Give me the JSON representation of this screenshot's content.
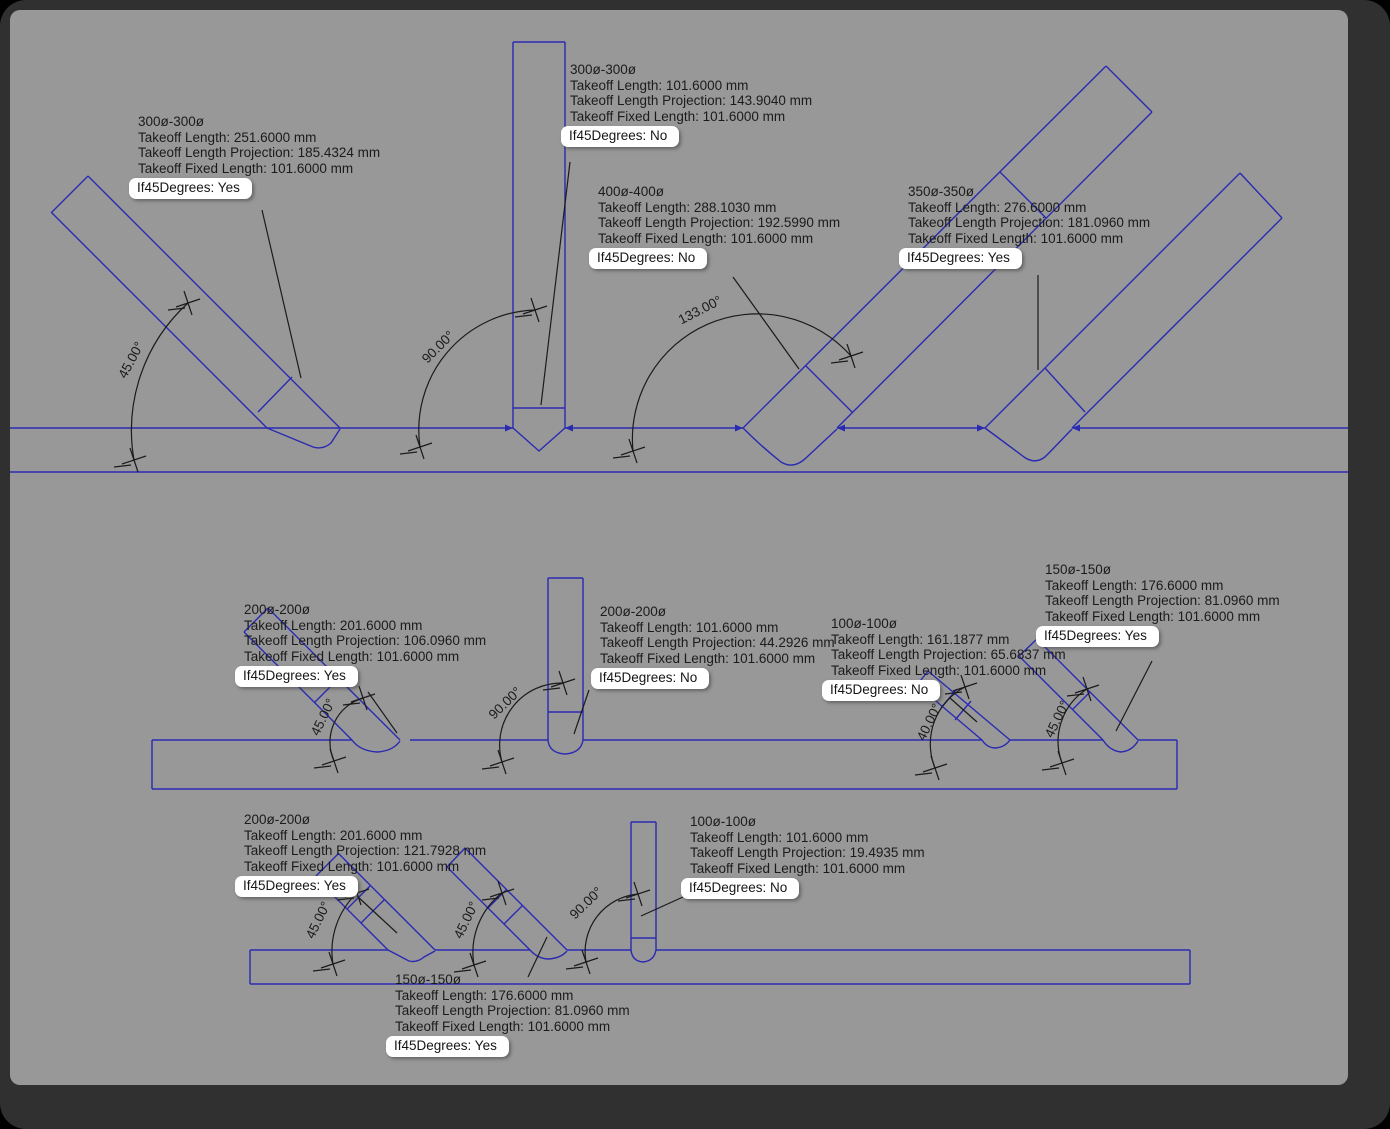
{
  "drawing": {
    "canvas_color": "#989898",
    "frame_color": "#303030",
    "pipe_line_color": "#2a2ab2",
    "dimension_color": "#1b1b1b"
  },
  "annotations": [
    {
      "title": "300ø-300ø",
      "length": "Takeoff Length: 251.6000 mm",
      "projection": "Takeoff Length Projection: 185.4324 mm",
      "fixed": "Takeoff Fixed Length: 101.6000 mm",
      "flag": "If45Degrees: Yes"
    },
    {
      "title": "300ø-300ø",
      "length": "Takeoff Length: 101.6000 mm",
      "projection": "Takeoff Length Projection: 143.9040 mm",
      "fixed": "Takeoff Fixed Length: 101.6000 mm",
      "flag": "If45Degrees: No"
    },
    {
      "title": "400ø-400ø",
      "length": "Takeoff Length: 288.1030 mm",
      "projection": "Takeoff Length Projection: 192.5990 mm",
      "fixed": "Takeoff Fixed Length: 101.6000 mm",
      "flag": "If45Degrees: No"
    },
    {
      "title": "350ø-350ø",
      "length": "Takeoff Length: 276.6000 mm",
      "projection": "Takeoff Length Projection: 181.0960 mm",
      "fixed": "Takeoff Fixed Length: 101.6000 mm",
      "flag": "If45Degrees: Yes"
    },
    {
      "title": "200ø-200ø",
      "length": "Takeoff Length: 201.6000 mm",
      "projection": "Takeoff Length Projection: 106.0960 mm",
      "fixed": "Takeoff Fixed Length: 101.6000 mm",
      "flag": "If45Degrees: Yes"
    },
    {
      "title": "200ø-200ø",
      "length": "Takeoff Length: 101.6000 mm",
      "projection": "Takeoff Length Projection: 44.2926 mm",
      "fixed": "Takeoff Fixed Length: 101.6000 mm",
      "flag": "If45Degrees: No"
    },
    {
      "title": "100ø-100ø",
      "length": "Takeoff Length: 161.1877 mm",
      "projection": "Takeoff Length Projection: 65.6837 mm",
      "fixed": "Takeoff Fixed Length: 101.6000 mm",
      "flag": "If45Degrees: No"
    },
    {
      "title": "150ø-150ø",
      "length": "Takeoff Length: 176.6000 mm",
      "projection": "Takeoff Length Projection: 81.0960 mm",
      "fixed": "Takeoff Fixed Length: 101.6000 mm",
      "flag": "If45Degrees: Yes"
    },
    {
      "title": "200ø-200ø",
      "length": "Takeoff Length: 201.6000 mm",
      "projection": "Takeoff Length Projection: 121.7928 mm",
      "fixed": "Takeoff Fixed Length: 101.6000 mm",
      "flag": "If45Degrees: Yes"
    },
    {
      "title": "100ø-100ø",
      "length": "Takeoff Length: 101.6000 mm",
      "projection": "Takeoff Length Projection: 19.4935 mm",
      "fixed": "Takeoff Fixed Length: 101.6000 mm",
      "flag": "If45Degrees: No"
    },
    {
      "title": "150ø-150ø",
      "length": "Takeoff Length: 176.6000 mm",
      "projection": "Takeoff Length Projection: 81.0960 mm",
      "fixed": "Takeoff Fixed Length: 101.6000 mm",
      "flag": "If45Degrees: Yes"
    }
  ],
  "angles": [
    "45.00°",
    "90.00°",
    "133.00°",
    "45.00°",
    "90.00°",
    "40.00°",
    "45.00°",
    "45.00°",
    "45.00°",
    "90.00°"
  ]
}
